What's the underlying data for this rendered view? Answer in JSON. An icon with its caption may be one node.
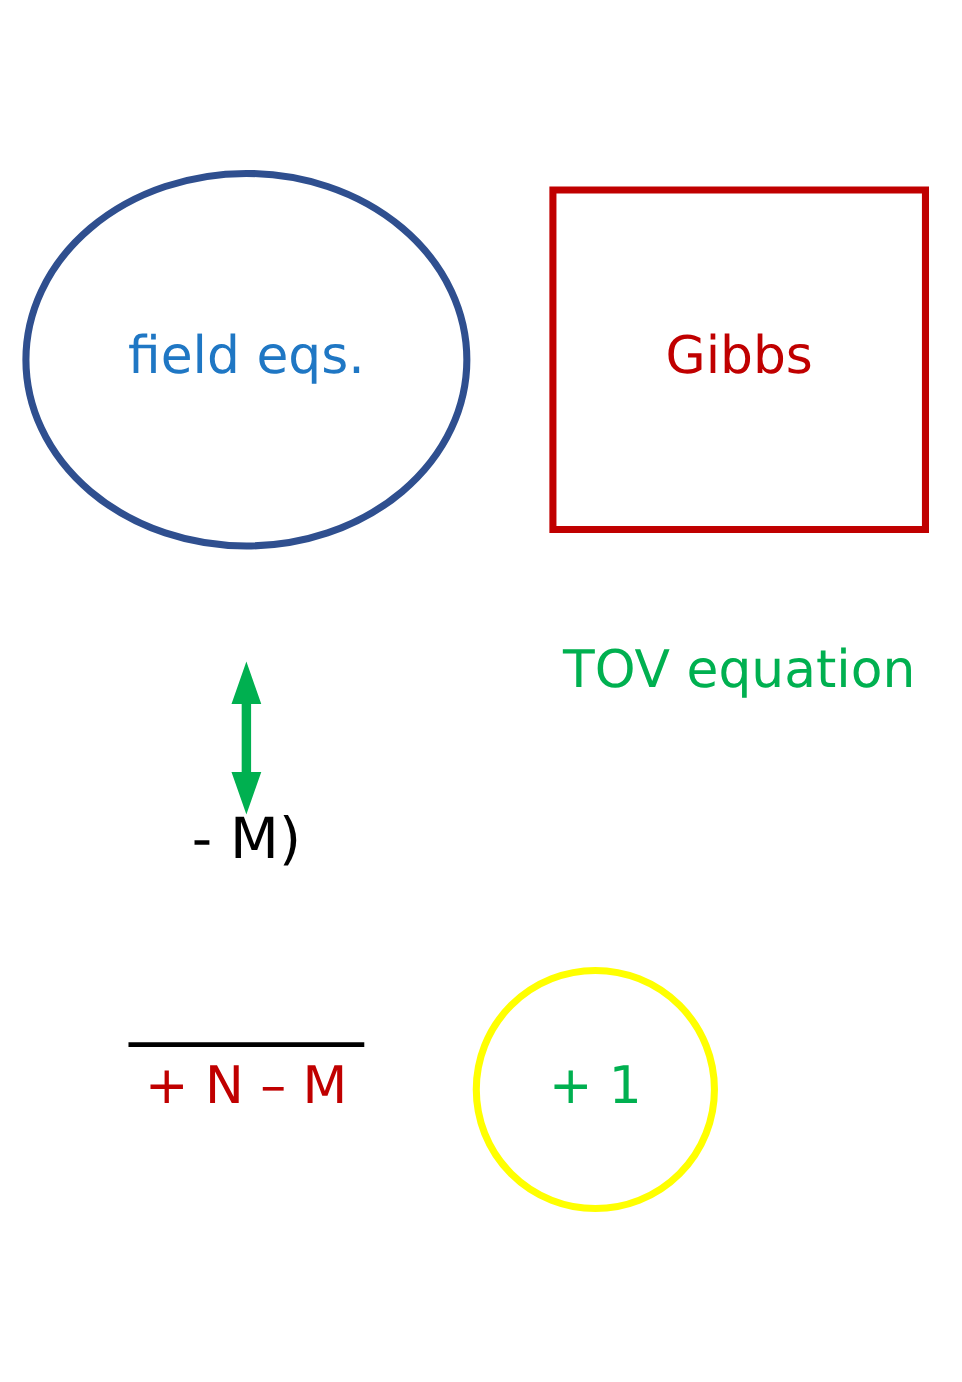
{
  "diagram": {
    "nodes": [
      {
        "text": [
          "field eqs."
        ]
      },
      {
        "text": [
          "Gibbs"
        ]
      },
      {
        "text": [
          "- M)"
        ]
      },
      {
        "text": [
          "+ 1"
        ]
      }
    ],
    "edges": [
      {
        "from": null,
        "to": 2,
        "arrow": "both",
        "color": "#00b050"
      }
    ],
    "labels": [
      "TOV equation",
      "+ N – M"
    ]
  }
}
